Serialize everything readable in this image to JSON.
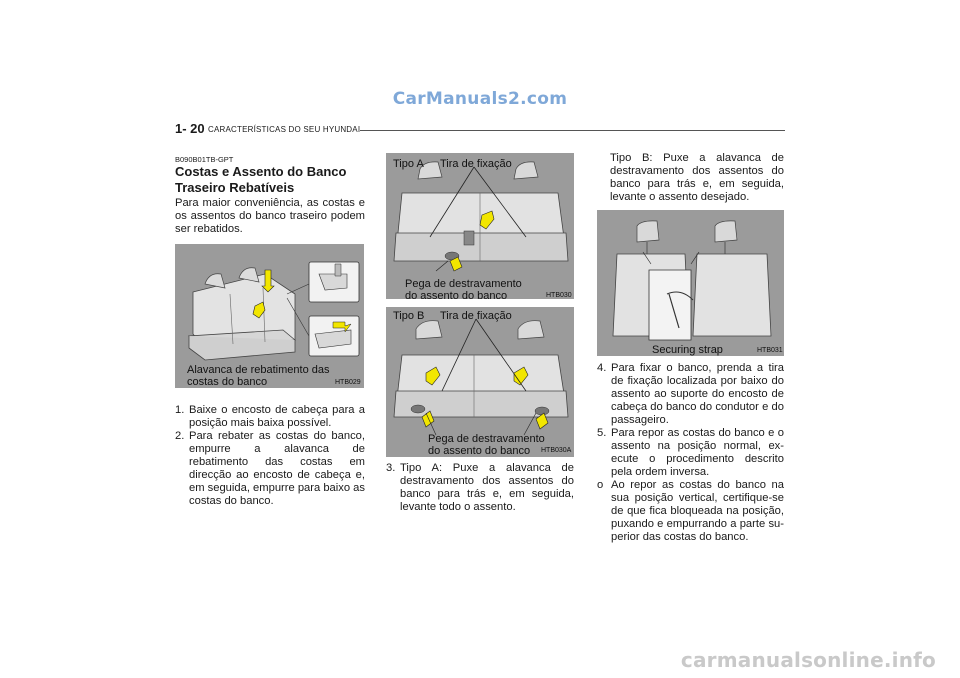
{
  "watermarks": {
    "top": "CarManuals2.com",
    "bottom": "carmanualsonline.info"
  },
  "header": {
    "page_number": "1- 20",
    "section_title": "CARACTERÍSTICAS DO SEU HYUNDAI"
  },
  "left_column": {
    "code": "B090B01TB-GPT",
    "heading": "Costas e Assento do Banco Traseiro Rebatíveis",
    "intro": "Para maior conveniência, as costas e os assentos do banco traseiro podem ser rebatidos.",
    "figure": {
      "caption": "Alavanca de rebatimento das costas do banco",
      "code": "HTB029"
    },
    "steps": [
      {
        "num": "1.",
        "text": "Baixe o encosto de cabeça para a posição mais baixa possível."
      },
      {
        "num": "2.",
        "text": "Para rebater as costas do banco, empurre a alavanca de rebatimento das costas em direcção ao encosto de cabeça e, em seguida, empurre para baixo as costas do banco."
      }
    ]
  },
  "middle_column": {
    "figure_a": {
      "type_label": "Tipo A",
      "strap_label": "Tira de fixação",
      "caption": "Pega de destravamento do assento do banco",
      "code": "HTB030"
    },
    "figure_b": {
      "type_label": "Tipo B",
      "strap_label": "Tira de fixação",
      "caption": "Pega de destravamento do assento do banco",
      "code": "HTB030A"
    },
    "step3": {
      "num": "3.",
      "text": "Tipo A: Puxe a alavanca de destravamento dos assentos do banco para trás e, em seguida, levante todo o assento."
    }
  },
  "right_column": {
    "intro": "Tipo B: Puxe a alavanca de destravamento dos assentos do banco para trás e, em seguida, levante o assento desejado.",
    "figure": {
      "caption": "Securing strap",
      "code": "HTB031"
    },
    "steps": [
      {
        "num": "4.",
        "text": "Para fixar o banco, prenda a tira de fixação localizada por baixo do assento ao suporte do encosto de cabeça do banco do condutor e do passageiro."
      },
      {
        "num": "5.",
        "text": "Para repor as costas do banco e o assento na posição normal, ex-ecute o procedimento descrito pela ordem inversa."
      },
      {
        "num": "o",
        "text": "Ao repor as costas do banco na sua posição vertical, certifique-se de que fica bloqueada na posição, puxando e empurrando a parte su-perior das costas do banco."
      }
    ]
  },
  "colors": {
    "figure_bg": "#9b9b9b",
    "seat_fill": "#e6e6e6",
    "arrow_fill": "#f2e600",
    "watermark_blue": "#7fa8d8"
  }
}
